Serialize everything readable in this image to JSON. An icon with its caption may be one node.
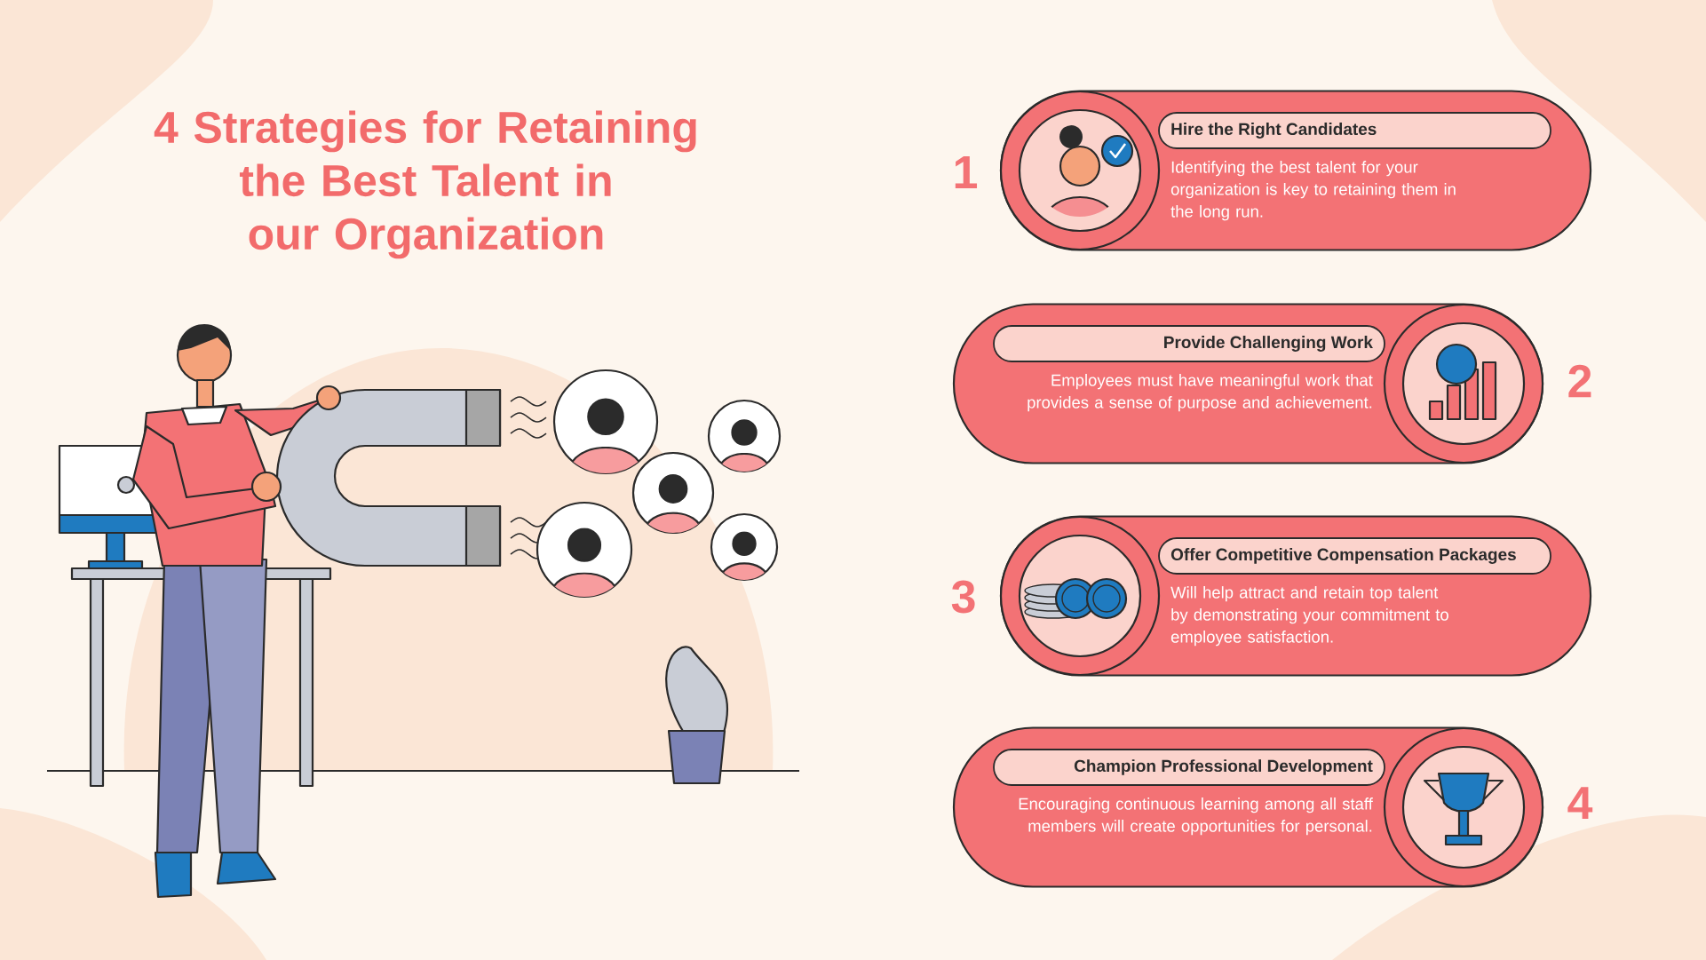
{
  "diagram": {
    "title": "4 Strategies for Retaining the Best Talent in our Organization",
    "nodes": [
      {
        "text": [
          "Hire the Right Candidates",
          "Identifying the best talent for your organization is key to retaining them in the long run."
        ],
        "beside": [
          "1"
        ]
      },
      {
        "text": [
          "Provide Challenging Work",
          "Employees must have meaningful work that provides a sense of purpose and achievement."
        ],
        "beside": [
          "2"
        ]
      },
      {
        "text": [
          "Offer Competitive Compensation Packages",
          "Will help attract and retain top talent by demonstrating your commitment to employee satisfaction."
        ],
        "beside": [
          "3"
        ]
      },
      {
        "text": [
          "Champion Professional Development",
          "Encouraging continuous learning among all staff members will create opportunities for personal."
        ],
        "beside": [
          "4"
        ]
      }
    ],
    "edges": []
  }
}
